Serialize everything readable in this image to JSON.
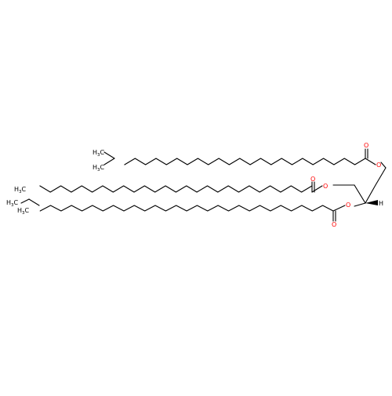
{
  "molecule": {
    "atom_labels": {
      "ester_oxygen": "O",
      "carbonyl_oxygen": "O",
      "stereo_hydrogen": "H",
      "methyl": "H",
      "methyl_subscript": "3",
      "methyl_carbon": "C"
    },
    "colors": {
      "bond": "#000000",
      "oxygen": "#ff0000",
      "carbon": "#000000"
    }
  }
}
